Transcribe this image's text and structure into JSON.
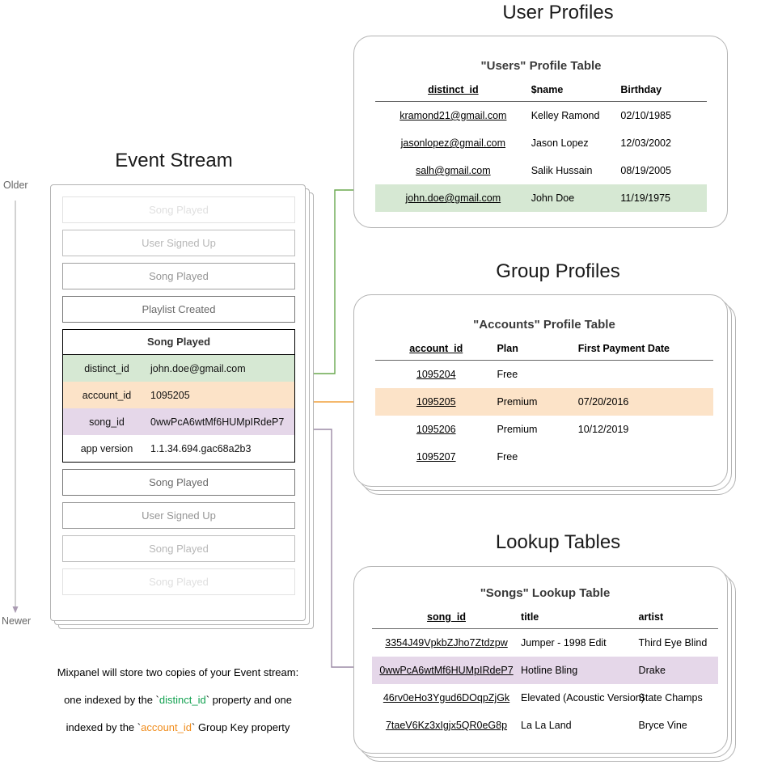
{
  "sections": {
    "event_stream_title": "Event Stream",
    "user_profiles_title": "User Profiles",
    "group_profiles_title": "Group Profiles",
    "lookup_tables_title": "Lookup Tables"
  },
  "timeline": {
    "older_label": "Older",
    "newer_label": "Newer"
  },
  "event_stream": {
    "cards_above": [
      {
        "label": "Song Played",
        "fade": "f1"
      },
      {
        "label": "User Signed Up",
        "fade": "f2"
      },
      {
        "label": "Song Played",
        "fade": "f3"
      },
      {
        "label": "Playlist Created",
        "fade": "f4"
      }
    ],
    "selected_event": {
      "name": "Song Played",
      "properties": [
        {
          "key": "distinct_id",
          "value": "john.doe@gmail.com",
          "highlight": "g"
        },
        {
          "key": "account_id",
          "value": "1095205",
          "highlight": "o"
        },
        {
          "key": "song_id",
          "value": "0wwPcA6wtMf6HUMpIRdeP7",
          "highlight": "p"
        },
        {
          "key": "app version",
          "value": "1.1.34.694.gac68a2b3",
          "highlight": "w"
        }
      ]
    },
    "cards_below": [
      {
        "label": "Song Played",
        "fade": "f4"
      },
      {
        "label": "User Signed Up",
        "fade": "f3"
      },
      {
        "label": "Song Played",
        "fade": "f2"
      },
      {
        "label": "Song Played",
        "fade": "f1"
      }
    ]
  },
  "caption": {
    "line1": "Mixpanel will store two copies of your Event stream:",
    "line2_a": "one indexed by the `",
    "line2_code": "distinct_id",
    "line2_b": "` property and one",
    "line3_a": "indexed by the `",
    "line3_code": "account_id",
    "line3_b": "` Group Key property"
  },
  "users_table": {
    "title": "\"Users\" Profile Table",
    "columns": [
      "distinct_id",
      "$name",
      "Birthday"
    ],
    "key_column_index": 0,
    "rows": [
      {
        "cells": [
          "kramond21@gmail.com",
          "Kelley Ramond",
          "02/10/1985"
        ],
        "highlight": ""
      },
      {
        "cells": [
          "jasonlopez@gmail.com",
          "Jason Lopez",
          "12/03/2002"
        ],
        "highlight": ""
      },
      {
        "cells": [
          "salh@gmail.com",
          "Salik Hussain",
          "08/19/2005"
        ],
        "highlight": ""
      },
      {
        "cells": [
          "john.doe@gmail.com",
          "John Doe",
          "11/19/1975"
        ],
        "highlight": "hl-green"
      }
    ]
  },
  "accounts_table": {
    "title": "\"Accounts\" Profile Table",
    "columns": [
      "account_id",
      "Plan",
      "First Payment Date"
    ],
    "key_column_index": 0,
    "rows": [
      {
        "cells": [
          "1095204",
          "Free",
          ""
        ],
        "highlight": ""
      },
      {
        "cells": [
          "1095205",
          "Premium",
          "07/20/2016"
        ],
        "highlight": "hl-orange"
      },
      {
        "cells": [
          "1095206",
          "Premium",
          "10/12/2019"
        ],
        "highlight": ""
      },
      {
        "cells": [
          "1095207",
          "Free",
          ""
        ],
        "highlight": ""
      }
    ]
  },
  "songs_table": {
    "title": "\"Songs\" Lookup Table",
    "columns": [
      "song_id",
      "title",
      "artist"
    ],
    "key_column_index": 0,
    "rows": [
      {
        "cells": [
          "3354J49VpkbZJho7Ztdzpw",
          "Jumper - 1998 Edit",
          "Third Eye Blind"
        ],
        "highlight": ""
      },
      {
        "cells": [
          "0wwPcA6wtMf6HUMpIRdeP7",
          "Hotline Bling",
          "Drake"
        ],
        "highlight": "hl-purple"
      },
      {
        "cells": [
          "46rv0eHo3Ygud6DOqpZjGk",
          "Elevated (Acoustic Version)",
          "State Champs"
        ],
        "highlight": ""
      },
      {
        "cells": [
          "7taeV6Kz3xIgjx5QR0eG8p",
          "La La Land",
          "Bryce Vine"
        ],
        "highlight": ""
      }
    ]
  },
  "colors": {
    "green_highlight": "#d6e8d3",
    "orange_highlight": "#fce3c8",
    "purple_highlight": "#e5d7e9",
    "green_arrow": "#6aa84f",
    "orange_arrow": "#f0a03c",
    "purple_arrow": "#9c8aa5",
    "card_border": "#b3b3b3",
    "timeline": "#999999"
  }
}
